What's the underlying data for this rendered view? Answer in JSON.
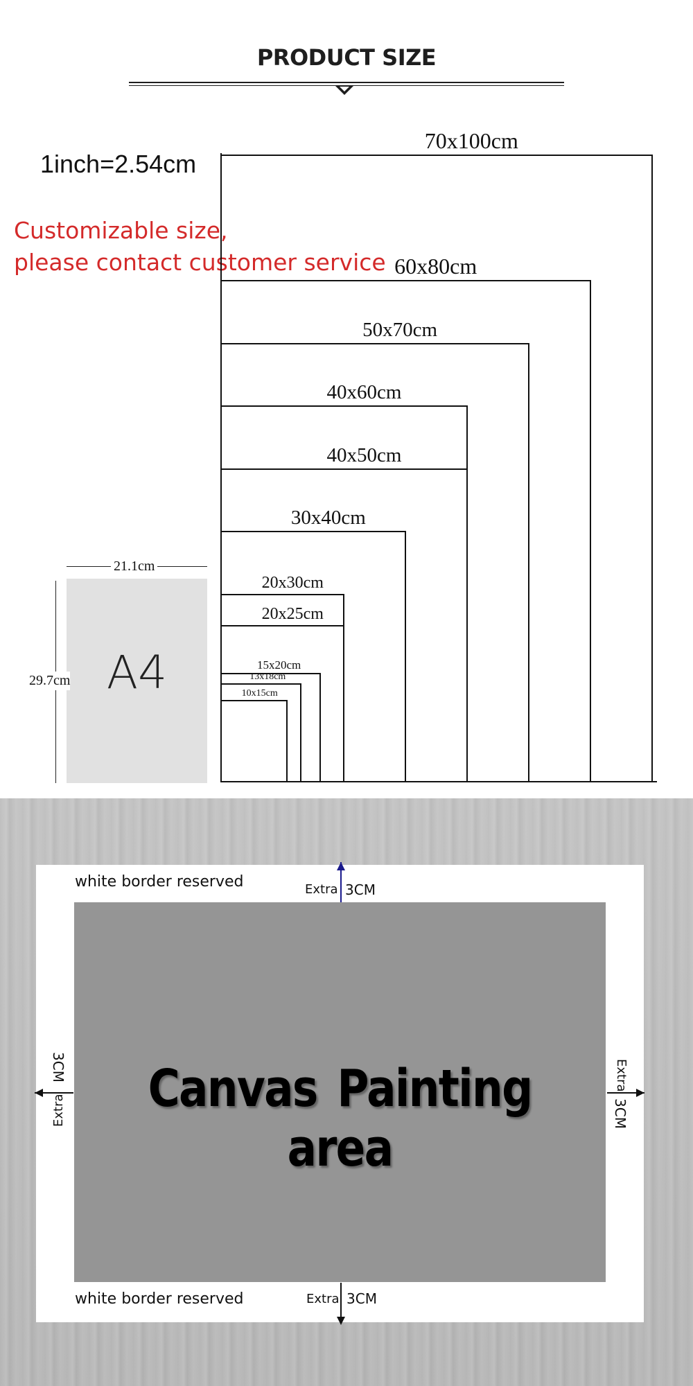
{
  "title": "PRODUCT SIZE",
  "inch_note": "1inch=2.54cm",
  "custom_note": [
    "Customizable size,",
    "please contact customer service"
  ],
  "sizes": [
    {
      "label": "70x100cm",
      "width_cm": 70,
      "height_cm": 100
    },
    {
      "label": "60x80cm",
      "width_cm": 60,
      "height_cm": 80
    },
    {
      "label": "50x70cm",
      "width_cm": 50,
      "height_cm": 70
    },
    {
      "label": "40x60cm",
      "width_cm": 40,
      "height_cm": 60
    },
    {
      "label": "40x50cm",
      "width_cm": 40,
      "height_cm": 50
    },
    {
      "label": "30x40cm",
      "width_cm": 30,
      "height_cm": 40
    },
    {
      "label": "20x30cm",
      "width_cm": 20,
      "height_cm": 30
    },
    {
      "label": "20x25cm",
      "width_cm": 20,
      "height_cm": 25
    },
    {
      "label": "15x20cm",
      "width_cm": 15,
      "height_cm": 20
    },
    {
      "label": "13x18cm",
      "width_cm": 13,
      "height_cm": 18
    },
    {
      "label": "10x15cm",
      "width_cm": 10,
      "height_cm": 15
    }
  ],
  "a4": {
    "label": "A4",
    "width_label": "21.1cm",
    "height_label": "29.7cm"
  },
  "canvas": {
    "area_label": "Canvas  Painting   area",
    "border_note_top": "white border reserved",
    "border_note_bottom": "white border reserved",
    "extra_label": "Extra",
    "extra_size": "3CM"
  }
}
